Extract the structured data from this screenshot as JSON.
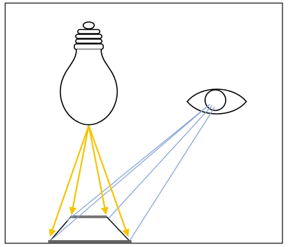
{
  "diagram": {
    "elements": {
      "light_source": "light-bulb",
      "observer": "eye",
      "surface": "trapezoid-object"
    },
    "light_rays": {
      "count": 4,
      "color": "#f5c400",
      "direction": "bulb-to-surface"
    },
    "sight_lines": {
      "count": 4,
      "color": "#8aa6d6",
      "direction": "eye-to-surface"
    },
    "colors": {
      "frame": "#333333",
      "outline": "#000000",
      "surface_fill": "#ffffff",
      "surface_top": "#777777",
      "surface_base": "#666666"
    }
  }
}
